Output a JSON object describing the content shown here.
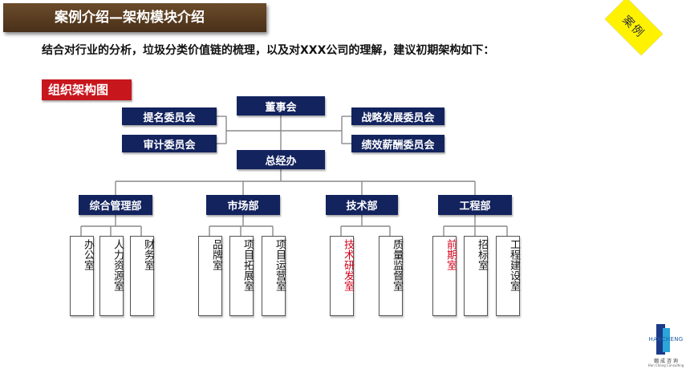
{
  "header": {
    "title": "案例介绍—架构模块介绍"
  },
  "stamp": {
    "text": "案例"
  },
  "intro": "结合对行业的分析，垃圾分类价值链的梳理，以及对XXX公司的理解，建议初期架构如下：",
  "section_tag": "组织架构图",
  "org": {
    "board": "董事会",
    "left_committees": [
      "提名委员会",
      "审计委员会"
    ],
    "right_committees": [
      "战略发展委员会",
      "绩效薪酬委员会"
    ],
    "gm_office": "总经办",
    "departments": [
      {
        "name": "综合管理部",
        "offices": [
          {
            "name": "办公室",
            "highlight": false
          },
          {
            "name": "人力资源室",
            "highlight": false
          },
          {
            "name": "财务室",
            "highlight": false
          }
        ]
      },
      {
        "name": "市场部",
        "offices": [
          {
            "name": "品牌室",
            "highlight": false
          },
          {
            "name": "项目拓展室",
            "highlight": false
          },
          {
            "name": "项目运营室",
            "highlight": false
          }
        ]
      },
      {
        "name": "技术部",
        "offices": [
          {
            "name": "技术研发室",
            "highlight": true
          },
          {
            "name": "质量监督室",
            "highlight": false
          }
        ]
      },
      {
        "name": "工程部",
        "offices": [
          {
            "name": "前期室",
            "highlight": true
          },
          {
            "name": "招标室",
            "highlight": false
          },
          {
            "name": "工程建设室",
            "highlight": false
          }
        ]
      }
    ]
  },
  "colors": {
    "node": "#13235e",
    "highlight_text": "#d0021b",
    "section_tag": "#c8161d",
    "title_bar": "#5a3d22",
    "stamp": "#fff200"
  },
  "logo": {
    "word": "HANCHENG",
    "cn": "翰 成 咨 询",
    "en": "Han Cheng Consulting"
  }
}
